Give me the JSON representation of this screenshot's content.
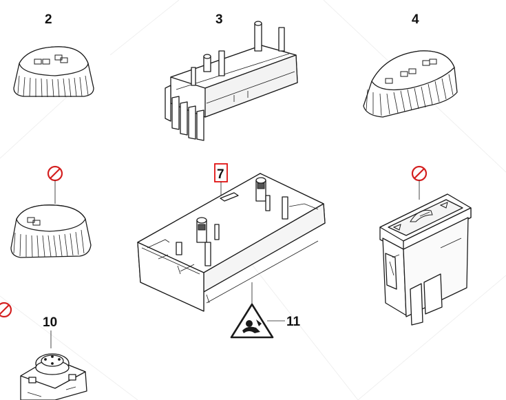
{
  "parts": [
    {
      "id": "p2",
      "number": "2"
    },
    {
      "id": "p3",
      "number": "3"
    },
    {
      "id": "p4",
      "number": "4"
    },
    {
      "id": "p7",
      "number": "7"
    },
    {
      "id": "p10",
      "number": "10"
    },
    {
      "id": "p11",
      "number": "11"
    }
  ],
  "colors": {
    "highlight": "#e01010",
    "prohibit": "#d42020",
    "line": "#1a1a1a"
  }
}
